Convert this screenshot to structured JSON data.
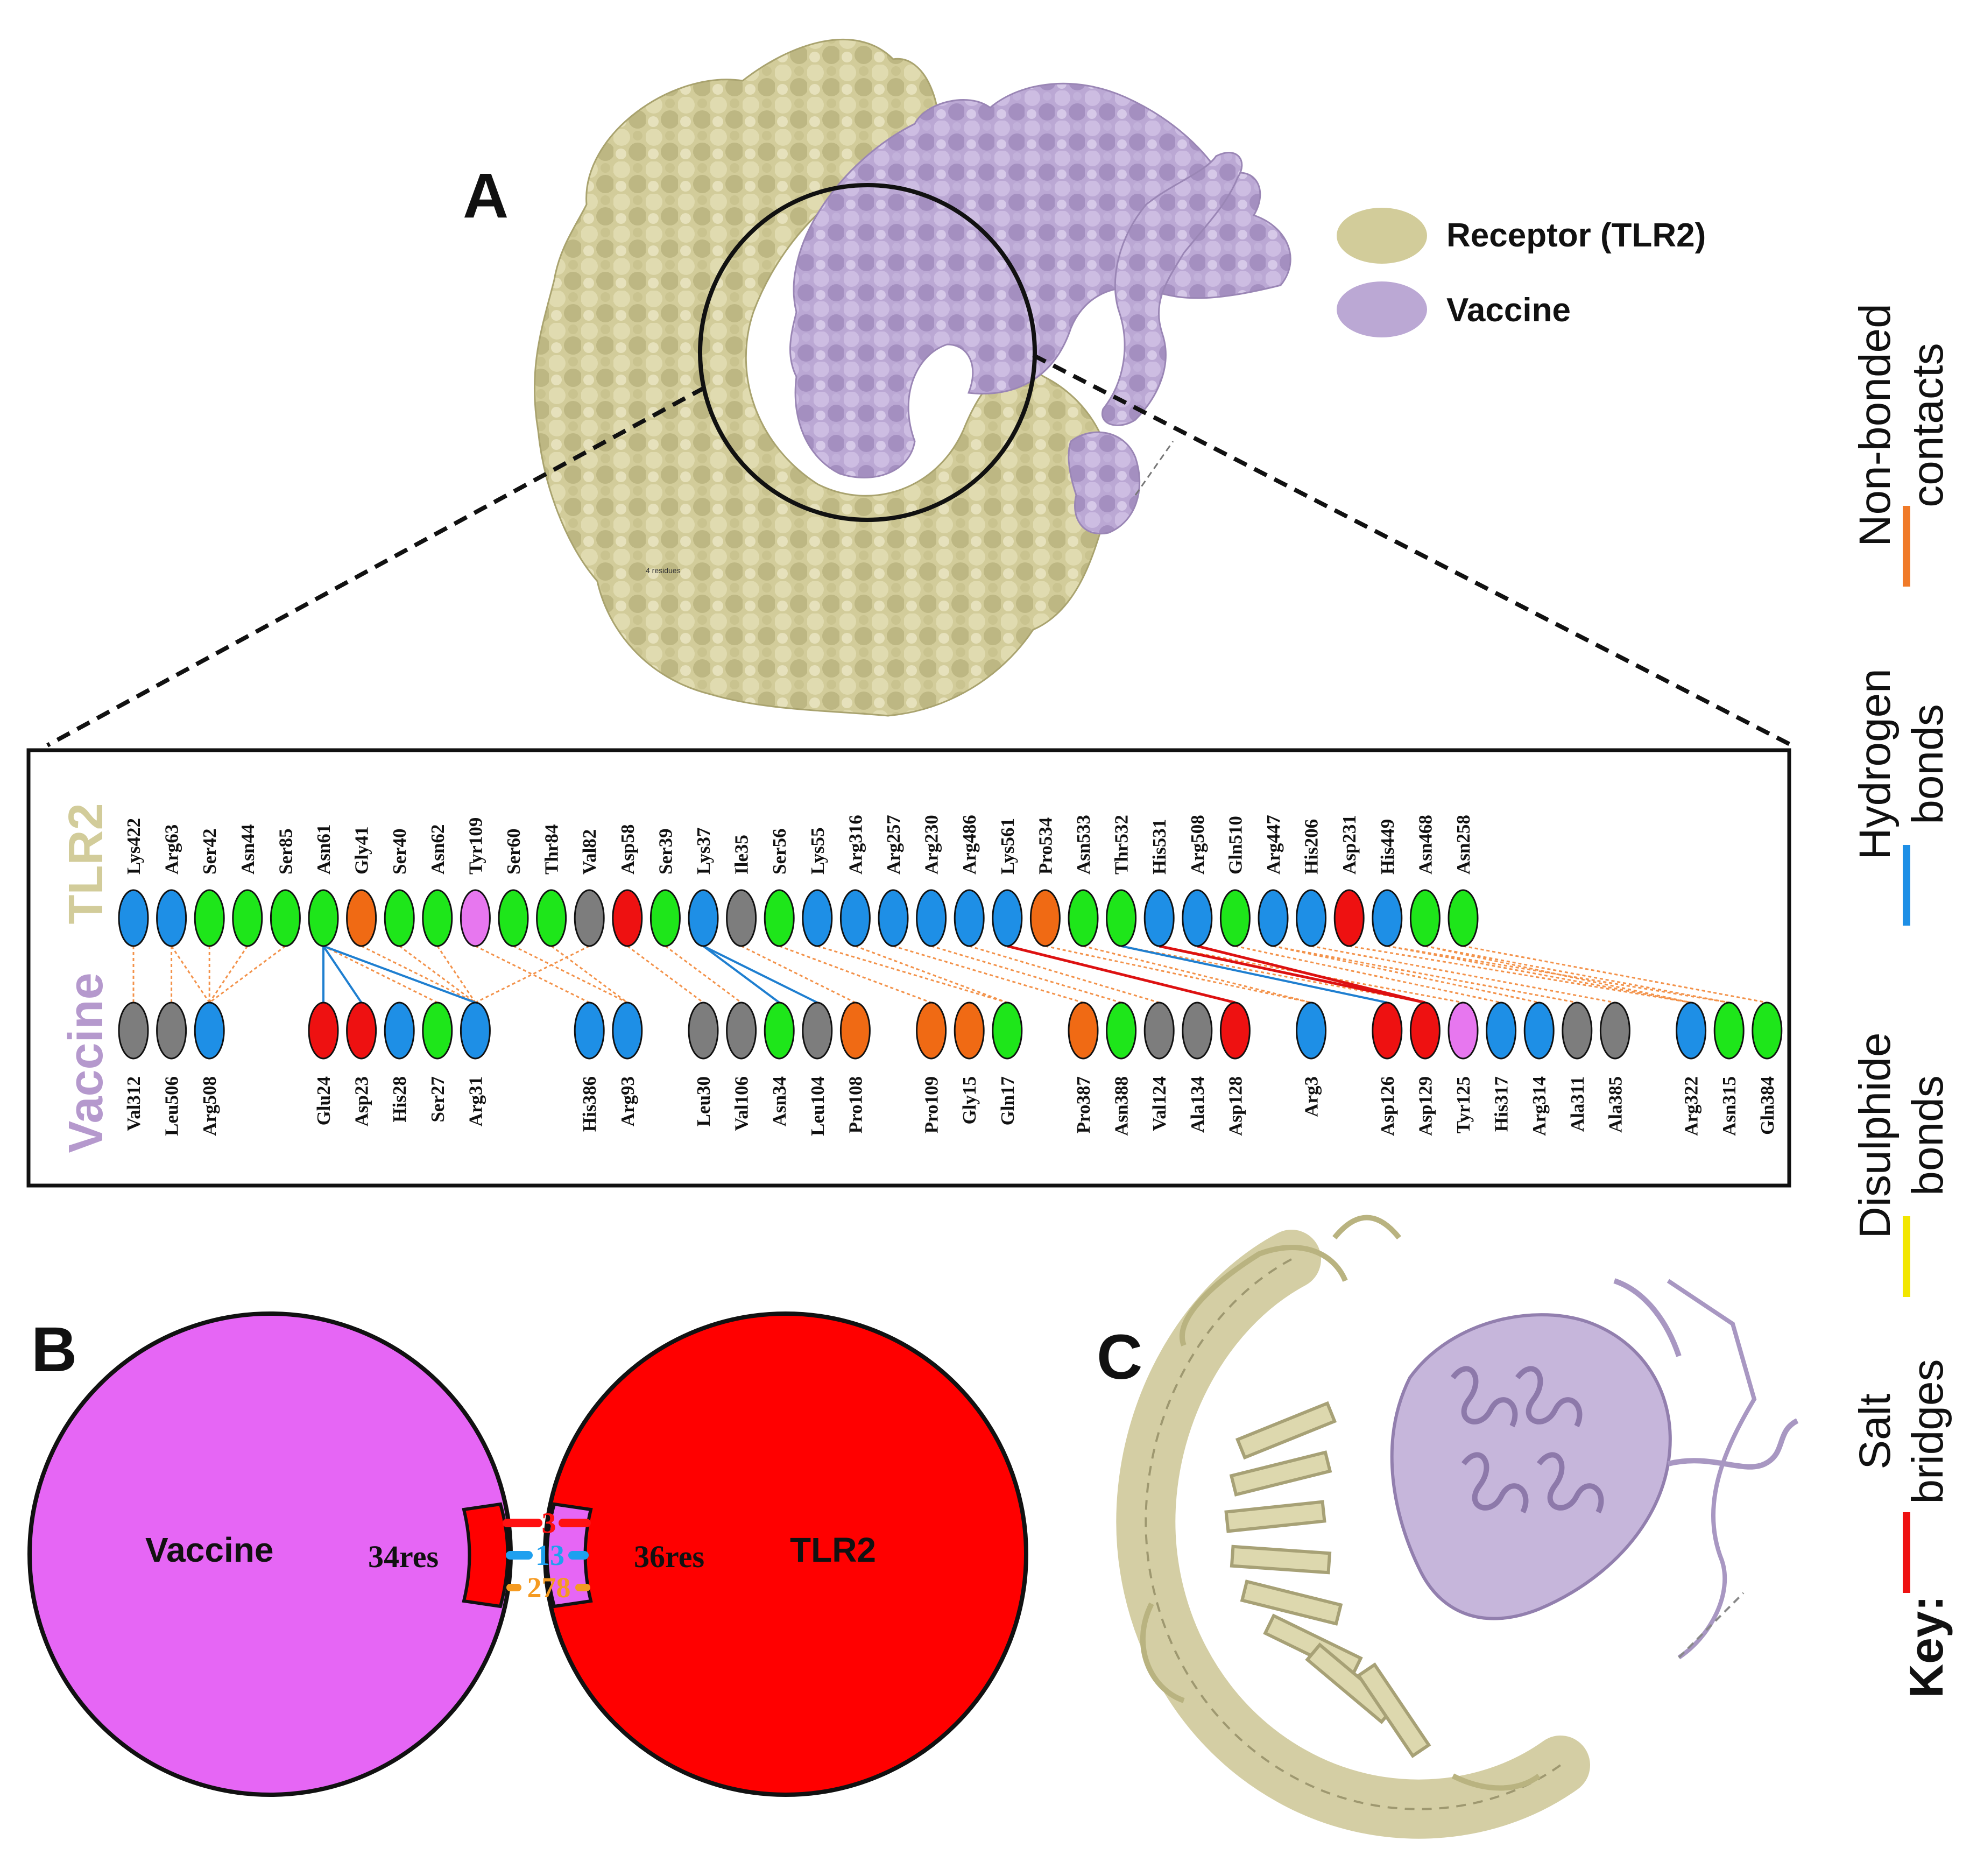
{
  "panels": {
    "a": "A",
    "b": "B",
    "c": "C"
  },
  "legend": {
    "receptor": "Receptor (TLR2)",
    "vaccine": "Vaccine",
    "receptor_color": "#d2cc9a",
    "vaccine_color": "#bba8d4"
  },
  "annotation": "4 residues",
  "interface": {
    "tlr2_label": "TLR2",
    "vaccine_label": "Vaccine",
    "tlr2_label_color": "#d2cc9a",
    "vaccine_label_color": "#b599cd",
    "color_map": {
      "blue": "#1e8fe6",
      "green": "#1ee61a",
      "orange": "#f06a14",
      "gray": "#7d7d7d",
      "red": "#ee1111",
      "violet": "#e777ef"
    },
    "top_residues": [
      {
        "name": "Lys422",
        "color": "blue"
      },
      {
        "name": "Arg63",
        "color": "blue"
      },
      {
        "name": "Ser42",
        "color": "green"
      },
      {
        "name": "Asn44",
        "color": "green"
      },
      {
        "name": "Ser85",
        "color": "green"
      },
      {
        "name": "Asn61",
        "color": "green"
      },
      {
        "name": "Gly41",
        "color": "orange"
      },
      {
        "name": "Ser40",
        "color": "green"
      },
      {
        "name": "Asn62",
        "color": "green"
      },
      {
        "name": "Tyr109",
        "color": "violet"
      },
      {
        "name": "Ser60",
        "color": "green"
      },
      {
        "name": "Thr84",
        "color": "green"
      },
      {
        "name": "Val82",
        "color": "gray"
      },
      {
        "name": "Asp58",
        "color": "red"
      },
      {
        "name": "Ser39",
        "color": "green"
      },
      {
        "name": "Lys37",
        "color": "blue"
      },
      {
        "name": "Ile35",
        "color": "gray"
      },
      {
        "name": "Ser56",
        "color": "green"
      },
      {
        "name": "Lys55",
        "color": "blue"
      },
      {
        "name": "Arg316",
        "color": "blue"
      },
      {
        "name": "Arg257",
        "color": "blue"
      },
      {
        "name": "Arg230",
        "color": "blue"
      },
      {
        "name": "Arg486",
        "color": "blue"
      },
      {
        "name": "Lys561",
        "color": "blue"
      },
      {
        "name": "Pro534",
        "color": "orange"
      },
      {
        "name": "Asn533",
        "color": "green"
      },
      {
        "name": "Thr532",
        "color": "green"
      },
      {
        "name": "His531",
        "color": "blue"
      },
      {
        "name": "Arg508",
        "color": "blue"
      },
      {
        "name": "Gln510",
        "color": "green"
      },
      {
        "name": "Arg447",
        "color": "blue"
      },
      {
        "name": "His206",
        "color": "blue"
      },
      {
        "name": "Asp231",
        "color": "red"
      },
      {
        "name": "His449",
        "color": "blue"
      },
      {
        "name": "Asn468",
        "color": "green"
      },
      {
        "name": "Asn258",
        "color": "green"
      }
    ],
    "bottom_residues": [
      {
        "name": "Val312",
        "color": "gray"
      },
      {
        "name": "Leu506",
        "color": "gray"
      },
      {
        "name": "Arg508",
        "color": "blue"
      },
      {
        "name": "Glu24",
        "color": "red"
      },
      {
        "name": "Asp23",
        "color": "red"
      },
      {
        "name": "His28",
        "color": "blue"
      },
      {
        "name": "Ser27",
        "color": "green"
      },
      {
        "name": "Arg31",
        "color": "blue"
      },
      {
        "name": "His386",
        "color": "blue"
      },
      {
        "name": "Arg93",
        "color": "blue"
      },
      {
        "name": "Leu30",
        "color": "gray"
      },
      {
        "name": "Val106",
        "color": "gray"
      },
      {
        "name": "Asn34",
        "color": "green"
      },
      {
        "name": "Leu104",
        "color": "gray"
      },
      {
        "name": "Pro108",
        "color": "orange"
      },
      {
        "name": "Pro109",
        "color": "orange"
      },
      {
        "name": "Gly15",
        "color": "orange"
      },
      {
        "name": "Gln17",
        "color": "green"
      },
      {
        "name": "Pro387",
        "color": "orange"
      },
      {
        "name": "Asn388",
        "color": "green"
      },
      {
        "name": "Val124",
        "color": "gray"
      },
      {
        "name": "Ala134",
        "color": "gray"
      },
      {
        "name": "Asp128",
        "color": "red"
      },
      {
        "name": "Arg3",
        "color": "blue"
      },
      {
        "name": "Asp126",
        "color": "red"
      },
      {
        "name": "Asp129",
        "color": "red"
      },
      {
        "name": "Tyr125",
        "color": "violet"
      },
      {
        "name": "His317",
        "color": "blue"
      },
      {
        "name": "Arg314",
        "color": "blue"
      },
      {
        "name": "Ala311",
        "color": "gray"
      },
      {
        "name": "Ala385",
        "color": "gray"
      },
      {
        "name": "Arg322",
        "color": "blue"
      },
      {
        "name": "Asn315",
        "color": "green"
      },
      {
        "name": "Gln384",
        "color": "green"
      }
    ]
  },
  "summary": {
    "left_name": "Vaccine",
    "right_name": "TLR2",
    "left_res": "34res",
    "right_res": "36res",
    "salt_bridges": "3",
    "hydrogen_bonds": "13",
    "non_bonded": "278",
    "left_color": "#e666f5",
    "right_color": "#ff0000"
  },
  "key": {
    "title": "Key:",
    "items": [
      {
        "line1": "Salt",
        "line2": "bridges",
        "color": "#ee1111"
      },
      {
        "line1": "Disulphide",
        "line2": "bonds",
        "color": "#f2e600"
      },
      {
        "line1": "Hydrogen",
        "line2": "bonds",
        "color": "#1e8fe6"
      },
      {
        "line1": "Non-bonded",
        "line2": "contacts",
        "color": "#f07a28"
      }
    ]
  }
}
